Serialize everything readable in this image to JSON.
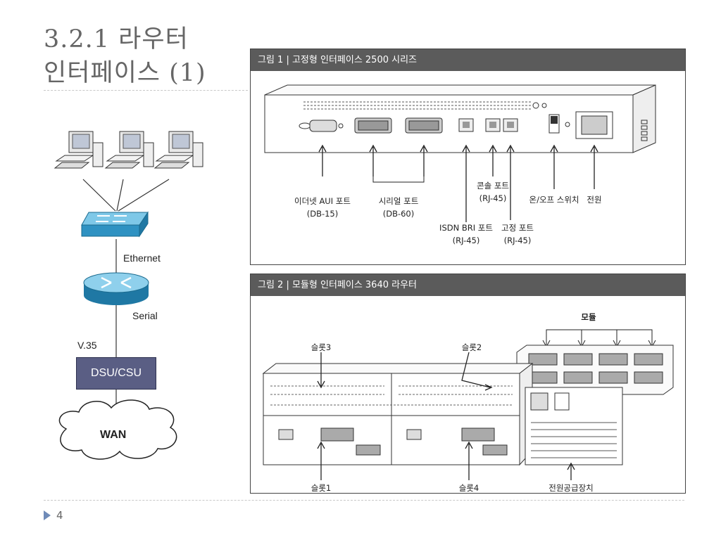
{
  "slide": {
    "title": "3.2.1 라우터\n인터페이스 (1)",
    "page_number": "4"
  },
  "network": {
    "ethernet_label": "Ethernet",
    "serial_label": "Serial",
    "v35_label": "V.35",
    "dsu_label": "DSU/CSU",
    "wan_label": "WAN"
  },
  "figure1": {
    "title": "그림 1 | 고정형 인터페이스 2500 시리즈",
    "callouts": {
      "ethernet_aui": [
        "이더넷 AUI 포트",
        "(DB-15)"
      ],
      "serial": [
        "시리얼 포트",
        "(DB-60)"
      ],
      "isdn_bri": [
        "ISDN BRI 포트",
        "(RJ-45)"
      ],
      "console": [
        "콘솔 포트",
        "(RJ-45)"
      ],
      "fixed": [
        "고정 포트",
        "(RJ-45)"
      ],
      "onoff": "온/오프 스위치",
      "power": "전원"
    }
  },
  "figure2": {
    "title": "그림 2 | 모듈형 인터페이스 3640 라우터",
    "callouts": {
      "module": "모듈",
      "slot3": "슬롯3",
      "slot2": "슬롯2",
      "slot1": "슬롯1",
      "slot4": "슬롯4",
      "psu": "전원공급장치"
    }
  }
}
